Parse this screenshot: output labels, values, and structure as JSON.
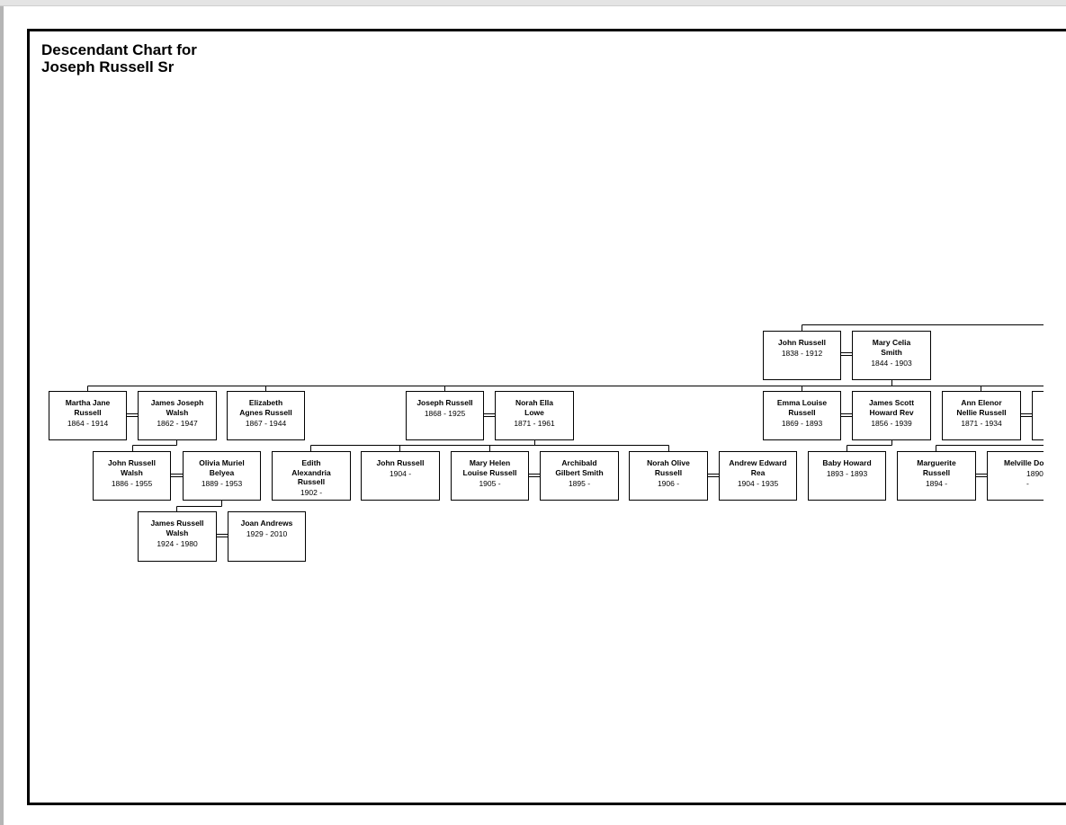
{
  "page": {
    "title_line1": "Descendant Chart for",
    "title_line2": "Joseph Russell Sr"
  },
  "people": [
    {
      "id": "john-russell",
      "name": "John Russell",
      "dates": "1838 - 1912"
    },
    {
      "id": "mary-celia-smith",
      "name": "Mary Celia\nSmith",
      "dates": "1844 - 1903"
    },
    {
      "id": "martha-jane-russell",
      "name": "Martha Jane\nRussell",
      "dates": "1864 - 1914"
    },
    {
      "id": "james-joseph-walsh",
      "name": "James Joseph\nWalsh",
      "dates": "1862 - 1947"
    },
    {
      "id": "elizabeth-agnes-russell",
      "name": "Elizabeth\nAgnes Russell",
      "dates": "1867 - 1944"
    },
    {
      "id": "joseph-russell",
      "name": "Joseph Russell",
      "dates": "1868 - 1925"
    },
    {
      "id": "norah-ella-lowe",
      "name": "Norah Ella\nLowe",
      "dates": "1871 - 1961"
    },
    {
      "id": "emma-louise-russell",
      "name": "Emma Louise\nRussell",
      "dates": "1869 - 1893"
    },
    {
      "id": "james-scott-howard-rev",
      "name": "James Scott\nHoward Rev",
      "dates": "1856 - 1939"
    },
    {
      "id": "ann-elenor-nellie-russell",
      "name": "Ann Elenor\nNellie Russell",
      "dates": "1871 - 1934"
    },
    {
      "id": "offscreen-partner",
      "name": "",
      "dates": ""
    },
    {
      "id": "john-russell-walsh",
      "name": "John Russell\nWalsh",
      "dates": "1886 - 1955"
    },
    {
      "id": "olivia-muriel-belyea",
      "name": "Olivia Muriel\nBelyea",
      "dates": "1889 - 1953"
    },
    {
      "id": "edith-alexandria-russell",
      "name": "Edith\nAlexandria\nRussell",
      "dates": "1902 -"
    },
    {
      "id": "john-russell-1904",
      "name": "John Russell",
      "dates": "1904 -"
    },
    {
      "id": "mary-helen-louise-russell",
      "name": "Mary Helen\nLouise Russell",
      "dates": "1905 -"
    },
    {
      "id": "archibald-gilbert-smith",
      "name": "Archibald\nGilbert Smith",
      "dates": "1895 -"
    },
    {
      "id": "norah-olive-russell",
      "name": "Norah Olive\nRussell",
      "dates": "1906 -"
    },
    {
      "id": "andrew-edward-rea",
      "name": "Andrew Edward\nRea",
      "dates": "1904 - 1935"
    },
    {
      "id": "baby-howard",
      "name": "Baby Howard",
      "dates": "1893 - 1893"
    },
    {
      "id": "marguerite-russell",
      "name": "Marguerite\nRussell",
      "dates": "1894 -"
    },
    {
      "id": "melville-do",
      "name": "Melville Do",
      "dates": "1890 -"
    },
    {
      "id": "james-russell-walsh",
      "name": "James Russell\nWalsh",
      "dates": "1924 - 1980"
    },
    {
      "id": "joan-andrews",
      "name": "Joan Andrews",
      "dates": "1929 - 2010"
    }
  ]
}
